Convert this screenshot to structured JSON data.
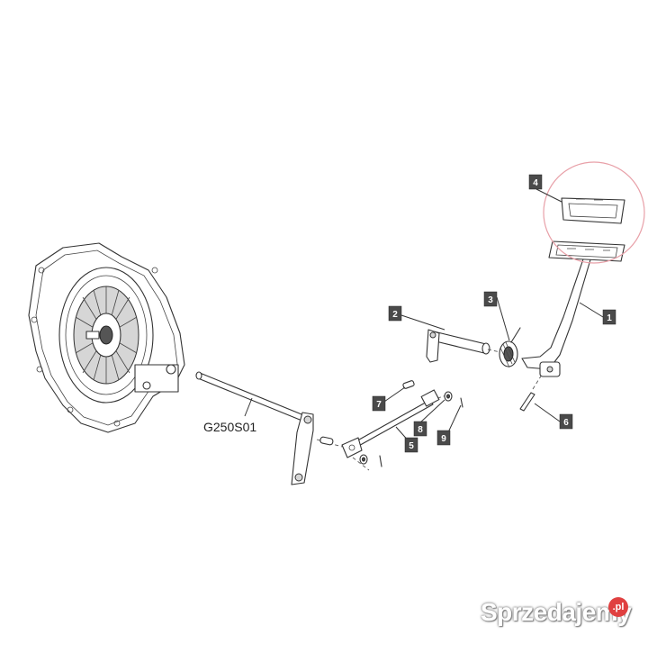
{
  "diagram": {
    "drawing_code": "G250S01",
    "callouts": [
      "1",
      "2",
      "3",
      "4",
      "5",
      "6",
      "7",
      "8",
      "9"
    ],
    "highlight_color": "#e8a0a8"
  },
  "watermark": {
    "text": "Sprzedajemy",
    "suffix": ".pl"
  }
}
